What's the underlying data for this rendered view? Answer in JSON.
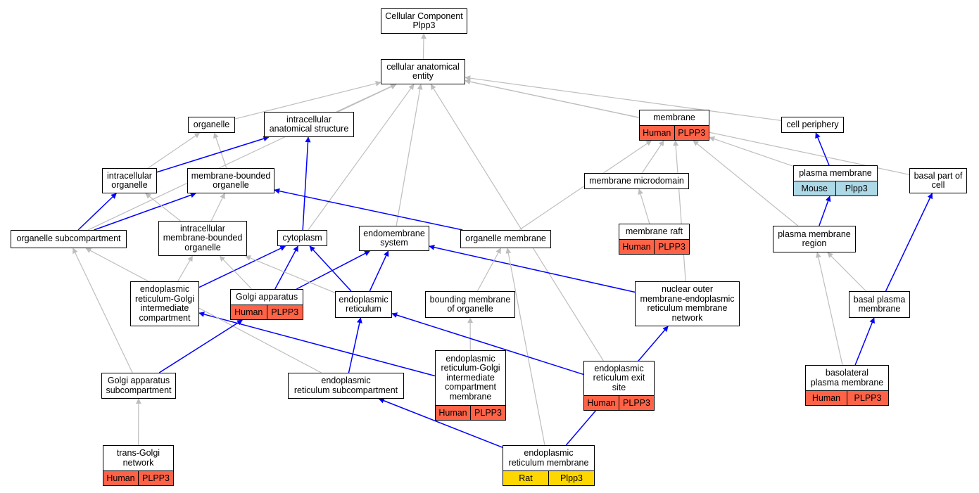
{
  "nodes": {
    "root": {
      "label": "Cellular Component\nPlpp3"
    },
    "cae": {
      "label": "cellular anatomical\nentity"
    },
    "organelle": {
      "label": "organelle"
    },
    "ias": {
      "label": "intracellular\nanatomical structure"
    },
    "membrane": {
      "label": "membrane",
      "species": "Human",
      "gene": "PLPP3"
    },
    "cellper": {
      "label": "cell periphery"
    },
    "icorg": {
      "label": "intracellular\norganelle"
    },
    "mbo": {
      "label": "membrane-bounded\norganelle"
    },
    "memmicro": {
      "label": "membrane microdomain"
    },
    "pm": {
      "label": "plasma membrane",
      "species": "Mouse",
      "gene": "Plpp3"
    },
    "basalpart": {
      "label": "basal part of\ncell"
    },
    "orgsub": {
      "label": "organelle subcompartment"
    },
    "imbo": {
      "label": "intracellular\nmembrane-bounded\norganelle"
    },
    "cytoplasm": {
      "label": "cytoplasm"
    },
    "endomem": {
      "label": "endomembrane\nsystem"
    },
    "orgmem": {
      "label": "organelle membrane"
    },
    "memraft": {
      "label": "membrane raft",
      "species": "Human",
      "gene": "PLPP3"
    },
    "pmregion": {
      "label": "plasma membrane\nregion"
    },
    "ergic": {
      "label": "endoplasmic\nreticulum-Golgi\nintermediate\ncompartment"
    },
    "golgi": {
      "label": "Golgi apparatus",
      "species": "Human",
      "gene": "PLPP3"
    },
    "er": {
      "label": "endoplasmic\nreticulum"
    },
    "bmo": {
      "label": "bounding membrane\nof organelle"
    },
    "nucouter": {
      "label": "nuclear outer\nmembrane-endoplasmic\nreticulum membrane\nnetwork"
    },
    "basalpm": {
      "label": "basal plasma\nmembrane"
    },
    "ergicmem": {
      "label": "endoplasmic\nreticulum-Golgi\nintermediate\ncompartment\nmembrane",
      "species": "Human",
      "gene": "PLPP3"
    },
    "erexit": {
      "label": "endoplasmic\nreticulum exit\nsite",
      "species": "Human",
      "gene": "PLPP3"
    },
    "basolat": {
      "label": "basolateral\nplasma membrane",
      "species": "Human",
      "gene": "PLPP3"
    },
    "golgisub": {
      "label": "Golgi apparatus\nsubcompartment"
    },
    "ersub": {
      "label": "endoplasmic\nreticulum subcompartment"
    },
    "transgolgi": {
      "label": "trans-Golgi\nnetwork",
      "species": "Human",
      "gene": "PLPP3"
    },
    "ermem": {
      "label": "endoplasmic\nreticulum membrane",
      "species": "Rat",
      "gene": "Plpp3"
    }
  },
  "colors": {
    "human": "#ff6347",
    "mouse": "#add8e6",
    "rat": "#ffd700",
    "is_a_edge": "#bebebe",
    "part_of_edge": "#0000ff"
  },
  "edges": [
    {
      "from": "cae",
      "to": "root",
      "type": "is_a"
    },
    {
      "from": "organelle",
      "to": "cae",
      "type": "is_a"
    },
    {
      "from": "ias",
      "to": "cae",
      "type": "is_a"
    },
    {
      "from": "membrane",
      "to": "cae",
      "type": "is_a"
    },
    {
      "from": "cellper",
      "to": "cae",
      "type": "is_a"
    },
    {
      "from": "basalpart",
      "to": "cae",
      "type": "is_a"
    },
    {
      "from": "orgsub",
      "to": "cae",
      "type": "is_a"
    },
    {
      "from": "cytoplasm",
      "to": "cae",
      "type": "is_a"
    },
    {
      "from": "endomem",
      "to": "cae",
      "type": "is_a"
    },
    {
      "from": "erexit",
      "to": "cae",
      "type": "is_a"
    },
    {
      "from": "icorg",
      "to": "organelle",
      "type": "is_a"
    },
    {
      "from": "mbo",
      "to": "organelle",
      "type": "is_a"
    },
    {
      "from": "icorg",
      "to": "ias",
      "type": "part_of"
    },
    {
      "from": "cytoplasm",
      "to": "ias",
      "type": "part_of"
    },
    {
      "from": "pm",
      "to": "cellper",
      "type": "part_of"
    },
    {
      "from": "memmicro",
      "to": "membrane",
      "type": "is_a"
    },
    {
      "from": "orgmem",
      "to": "membrane",
      "type": "is_a"
    },
    {
      "from": "pm",
      "to": "membrane",
      "type": "is_a"
    },
    {
      "from": "pmregion",
      "to": "membrane",
      "type": "is_a"
    },
    {
      "from": "nucouter",
      "to": "membrane",
      "type": "is_a"
    },
    {
      "from": "memraft",
      "to": "memmicro",
      "type": "is_a"
    },
    {
      "from": "orgsub",
      "to": "icorg",
      "type": "part_of"
    },
    {
      "from": "orgsub",
      "to": "mbo",
      "type": "part_of"
    },
    {
      "from": "orgmem",
      "to": "mbo",
      "type": "part_of"
    },
    {
      "from": "imbo",
      "to": "icorg",
      "type": "is_a"
    },
    {
      "from": "imbo",
      "to": "mbo",
      "type": "is_a"
    },
    {
      "from": "pmregion",
      "to": "pm",
      "type": "part_of"
    },
    {
      "from": "basalpm",
      "to": "basalpart",
      "type": "part_of"
    },
    {
      "from": "basalpm",
      "to": "pmregion",
      "type": "is_a"
    },
    {
      "from": "basolat",
      "to": "pmregion",
      "type": "is_a"
    },
    {
      "from": "basolat",
      "to": "basalpm",
      "type": "part_of"
    },
    {
      "from": "ergic",
      "to": "imbo",
      "type": "is_a"
    },
    {
      "from": "ergic",
      "to": "cytoplasm",
      "type": "part_of"
    },
    {
      "from": "golgi",
      "to": "imbo",
      "type": "is_a"
    },
    {
      "from": "golgi",
      "to": "cytoplasm",
      "type": "part_of"
    },
    {
      "from": "golgi",
      "to": "endomem",
      "type": "part_of"
    },
    {
      "from": "er",
      "to": "imbo",
      "type": "is_a"
    },
    {
      "from": "er",
      "to": "cytoplasm",
      "type": "part_of"
    },
    {
      "from": "er",
      "to": "endomem",
      "type": "part_of"
    },
    {
      "from": "nucouter",
      "to": "endomem",
      "type": "part_of"
    },
    {
      "from": "bmo",
      "to": "orgmem",
      "type": "is_a"
    },
    {
      "from": "ermem",
      "to": "orgmem",
      "type": "is_a"
    },
    {
      "from": "ergicmem",
      "to": "bmo",
      "type": "is_a"
    },
    {
      "from": "ergicmem",
      "to": "ergic",
      "type": "part_of"
    },
    {
      "from": "erexit",
      "to": "er",
      "type": "part_of"
    },
    {
      "from": "ersub",
      "to": "er",
      "type": "part_of"
    },
    {
      "from": "ersub",
      "to": "orgsub",
      "type": "is_a"
    },
    {
      "from": "golgisub",
      "to": "golgi",
      "type": "part_of"
    },
    {
      "from": "golgisub",
      "to": "orgsub",
      "type": "is_a"
    },
    {
      "from": "transgolgi",
      "to": "golgisub",
      "type": "is_a"
    },
    {
      "from": "ermem",
      "to": "ersub",
      "type": "part_of"
    },
    {
      "from": "ermem",
      "to": "nucouter",
      "type": "part_of"
    }
  ]
}
